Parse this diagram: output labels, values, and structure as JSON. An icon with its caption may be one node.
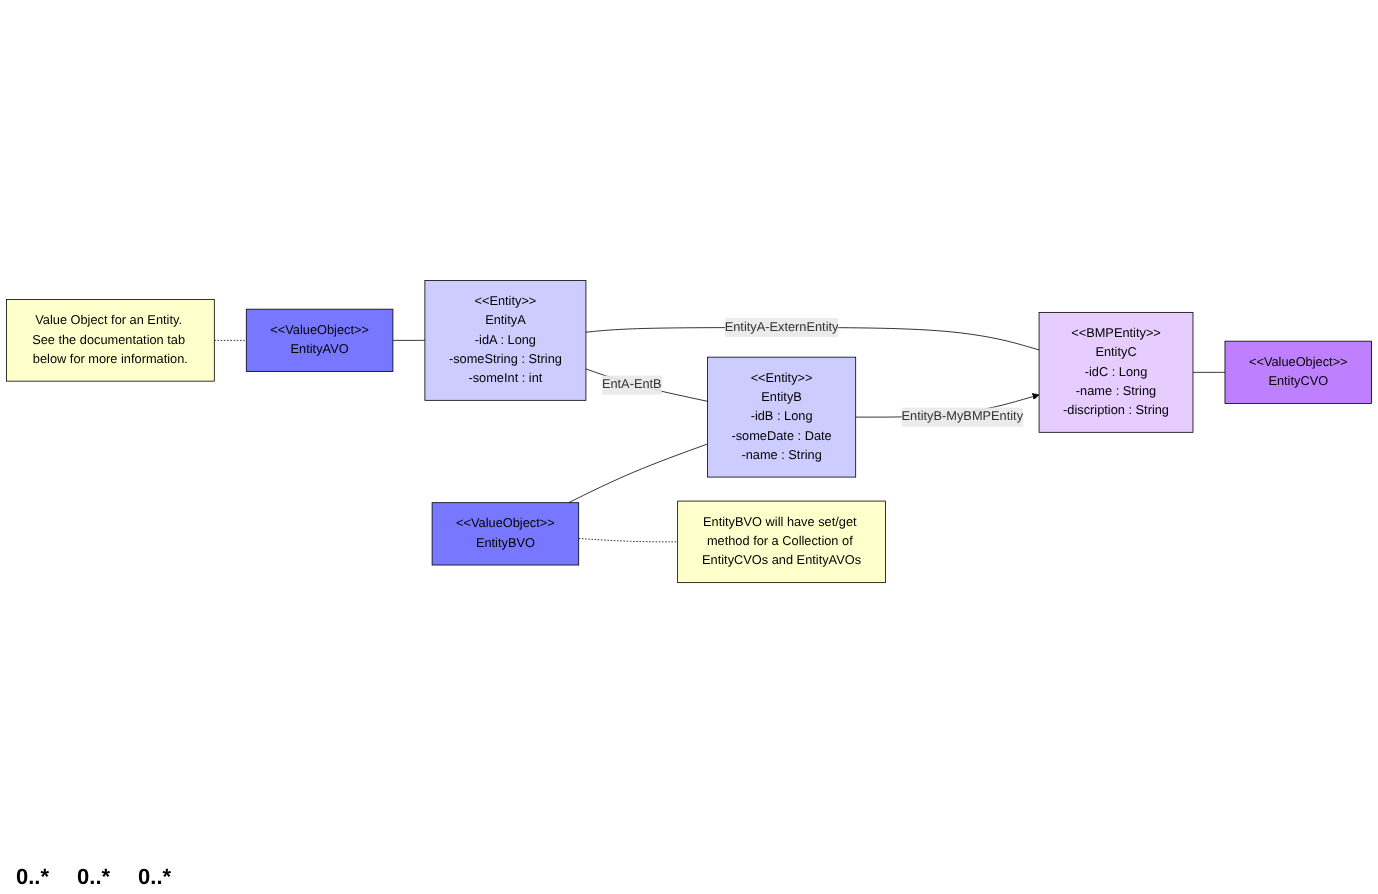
{
  "diagram": {
    "nodes": [
      {
        "text": [
          "Value Object for an Entity. See the documentation tab below for more information."
        ]
      },
      {
        "text": [
          "<<ValueObject>>",
          "EntityAVO"
        ]
      },
      {
        "text": [
          "<<Entity>>",
          "EntityA",
          "-idA : Long",
          "-someString : String",
          "-someInt : int"
        ]
      },
      {
        "text": [
          "<<BMPEntity>>",
          "EntityC",
          "-idC : Long",
          "-name : String",
          "-discription : String"
        ]
      },
      {
        "text": [
          "<<ValueObject>>",
          "EntityCVO"
        ]
      },
      {
        "text": [
          "<<Entity>>",
          "EntityB",
          "-idB : Long",
          "-someDate : Date",
          "-name : String"
        ]
      },
      {
        "text": [
          "<<ValueObject>>",
          "EntityBVO"
        ]
      },
      {
        "text": [
          "EntityBVO will have set/get method for a Collection of EntityCVOs and EntityAVOs"
        ]
      }
    ],
    "edges": [
      {
        "from": 0,
        "to": 1,
        "arrow": "none",
        "style": "dashed"
      },
      {
        "from": 1,
        "to": 2,
        "arrow": "none"
      },
      {
        "from": 2,
        "to": 3,
        "arrow": "none",
        "label": "EntityA-ExternEntity"
      },
      {
        "from": 2,
        "to": 5,
        "arrow": "none",
        "label": "EntA-EntB"
      },
      {
        "from": 3,
        "to": 4,
        "arrow": "none"
      },
      {
        "from": 5,
        "to": 3,
        "arrow": "to",
        "label": "EntityB-MyBMPEntity"
      },
      {
        "from": 6,
        "to": 5,
        "arrow": "none"
      },
      {
        "from": 6,
        "to": 7,
        "arrow": "none",
        "style": "dashed"
      }
    ],
    "labels": [
      "0..*",
      "0..*",
      "0..*"
    ]
  }
}
